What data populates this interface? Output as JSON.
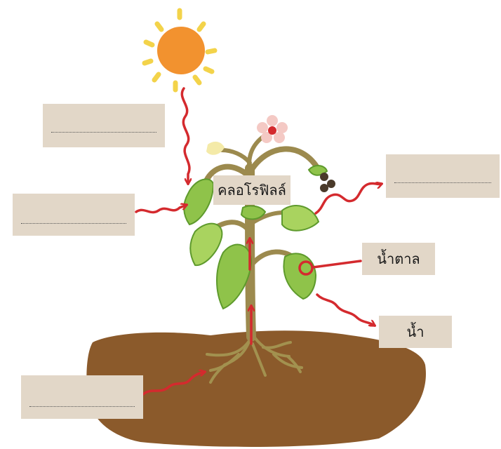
{
  "labels": {
    "chlorophyll": "คลอโรฟิลล์",
    "sugar": "น้ำตาล",
    "water": "น้ำ"
  },
  "blanks": [
    {
      "name": "blank-sunlight"
    },
    {
      "name": "blank-carbon-dioxide"
    },
    {
      "name": "blank-oxygen"
    },
    {
      "name": "blank-water-from-soil"
    }
  ],
  "colors": {
    "arrow": "#d42a2e",
    "label_box": "#e2d7c8",
    "soil": "#8b5a2b",
    "sun": "#f2922f",
    "sun_rays": "#f3d34a",
    "leaf": "#8fc34a",
    "stem": "#9c8a4e"
  }
}
